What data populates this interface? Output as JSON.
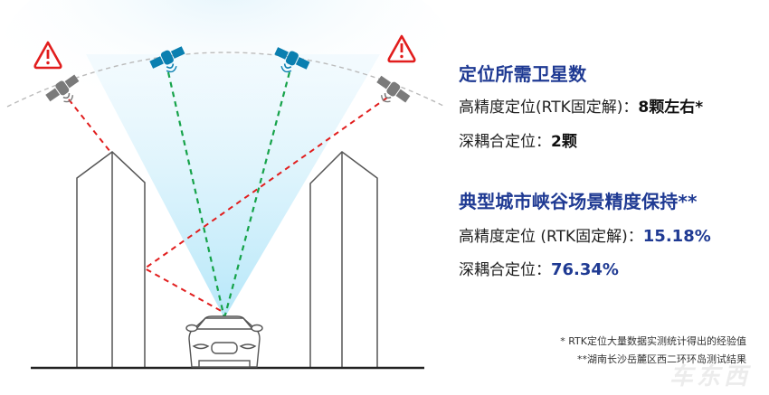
{
  "colors": {
    "title_blue": "#1f3a93",
    "satellite_ok": "#0a7fb0",
    "satellite_blocked": "#7a7a7a",
    "signal_ok": "#16a34a",
    "signal_blocked": "#e11d1d",
    "warning": "#e11d1d",
    "cone": "#bfe9fa",
    "orbit": "#bbbbbb"
  },
  "diagram": {
    "satellites": [
      {
        "id": "left-blocked",
        "status": "blocked",
        "warning": true
      },
      {
        "id": "center-left",
        "status": "visible",
        "warning": false
      },
      {
        "id": "center-right",
        "status": "visible",
        "warning": false
      },
      {
        "id": "right-blocked",
        "status": "blocked",
        "warning": true
      }
    ],
    "icons": [
      "warning-triangle-icon",
      "satellite-icon",
      "car-icon",
      "building-icon"
    ]
  },
  "section1": {
    "title": "定位所需卫星数",
    "rows": [
      {
        "label": "高精度定位(RTK固定解)：",
        "value": "8颗左右*"
      },
      {
        "label": "深耦合定位：",
        "value": "2颗"
      }
    ]
  },
  "section2": {
    "title": "典型城市峡谷场景精度保持**",
    "rows": [
      {
        "label": "高精度定位 (RTK固定解)：",
        "value": "15.18%"
      },
      {
        "label": "深耦合定位：",
        "value": "76.34%"
      }
    ]
  },
  "footnotes": {
    "note1": "* RTK定位大量数据实测统计得出的经验值",
    "note2": "**湖南长沙岳麓区西二环环岛测试结果"
  },
  "watermark": "车东西"
}
